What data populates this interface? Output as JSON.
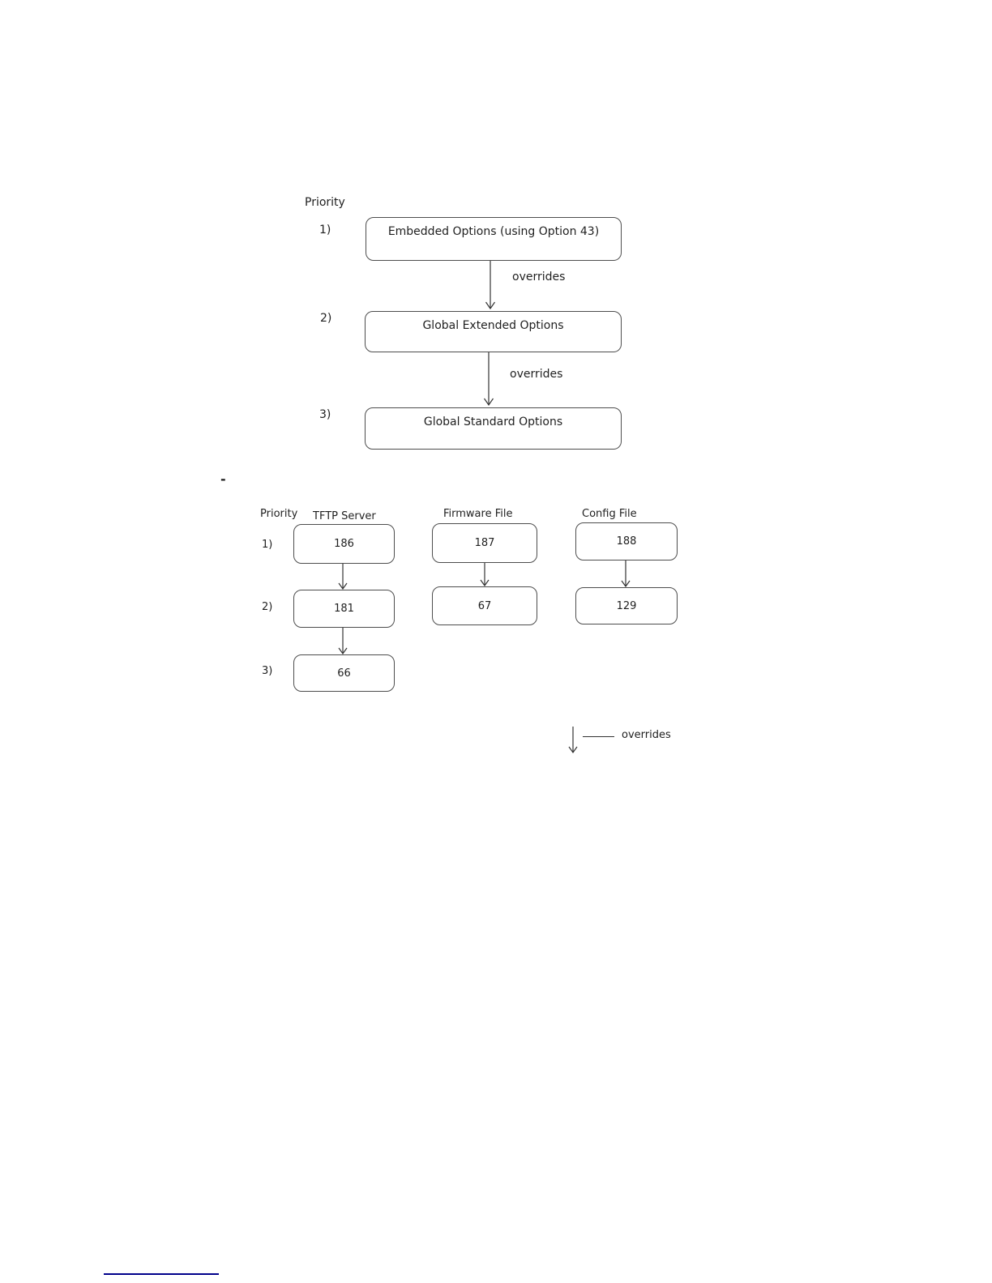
{
  "colors": {
    "page_bg": "#ffffff",
    "box_border": "#4d4d4d",
    "text": "#1f1f1f",
    "arrow": "#333333",
    "divider_line": "#00008b"
  },
  "figure1": {
    "priority_label": "Priority",
    "rows": [
      {
        "num": "1)",
        "label": "Embedded Options (using Option 43)"
      },
      {
        "num": "2)",
        "label": "Global Extended Options"
      },
      {
        "num": "3)",
        "label": "Global Standard Options"
      }
    ],
    "connectors": [
      {
        "label": "overrides"
      },
      {
        "label": "overrides"
      }
    ]
  },
  "figure2": {
    "dash_marker": "-",
    "priority_label": "Priority",
    "row_nums": [
      "1)",
      "2)",
      "3)"
    ],
    "columns": [
      {
        "title": "TFTP Server",
        "values": [
          "186",
          "181",
          "66"
        ]
      },
      {
        "title": "Firmware File",
        "values": [
          "187",
          "67"
        ]
      },
      {
        "title": "Config File",
        "values": [
          "188",
          "129"
        ]
      }
    ],
    "legend_label": "overrides"
  }
}
